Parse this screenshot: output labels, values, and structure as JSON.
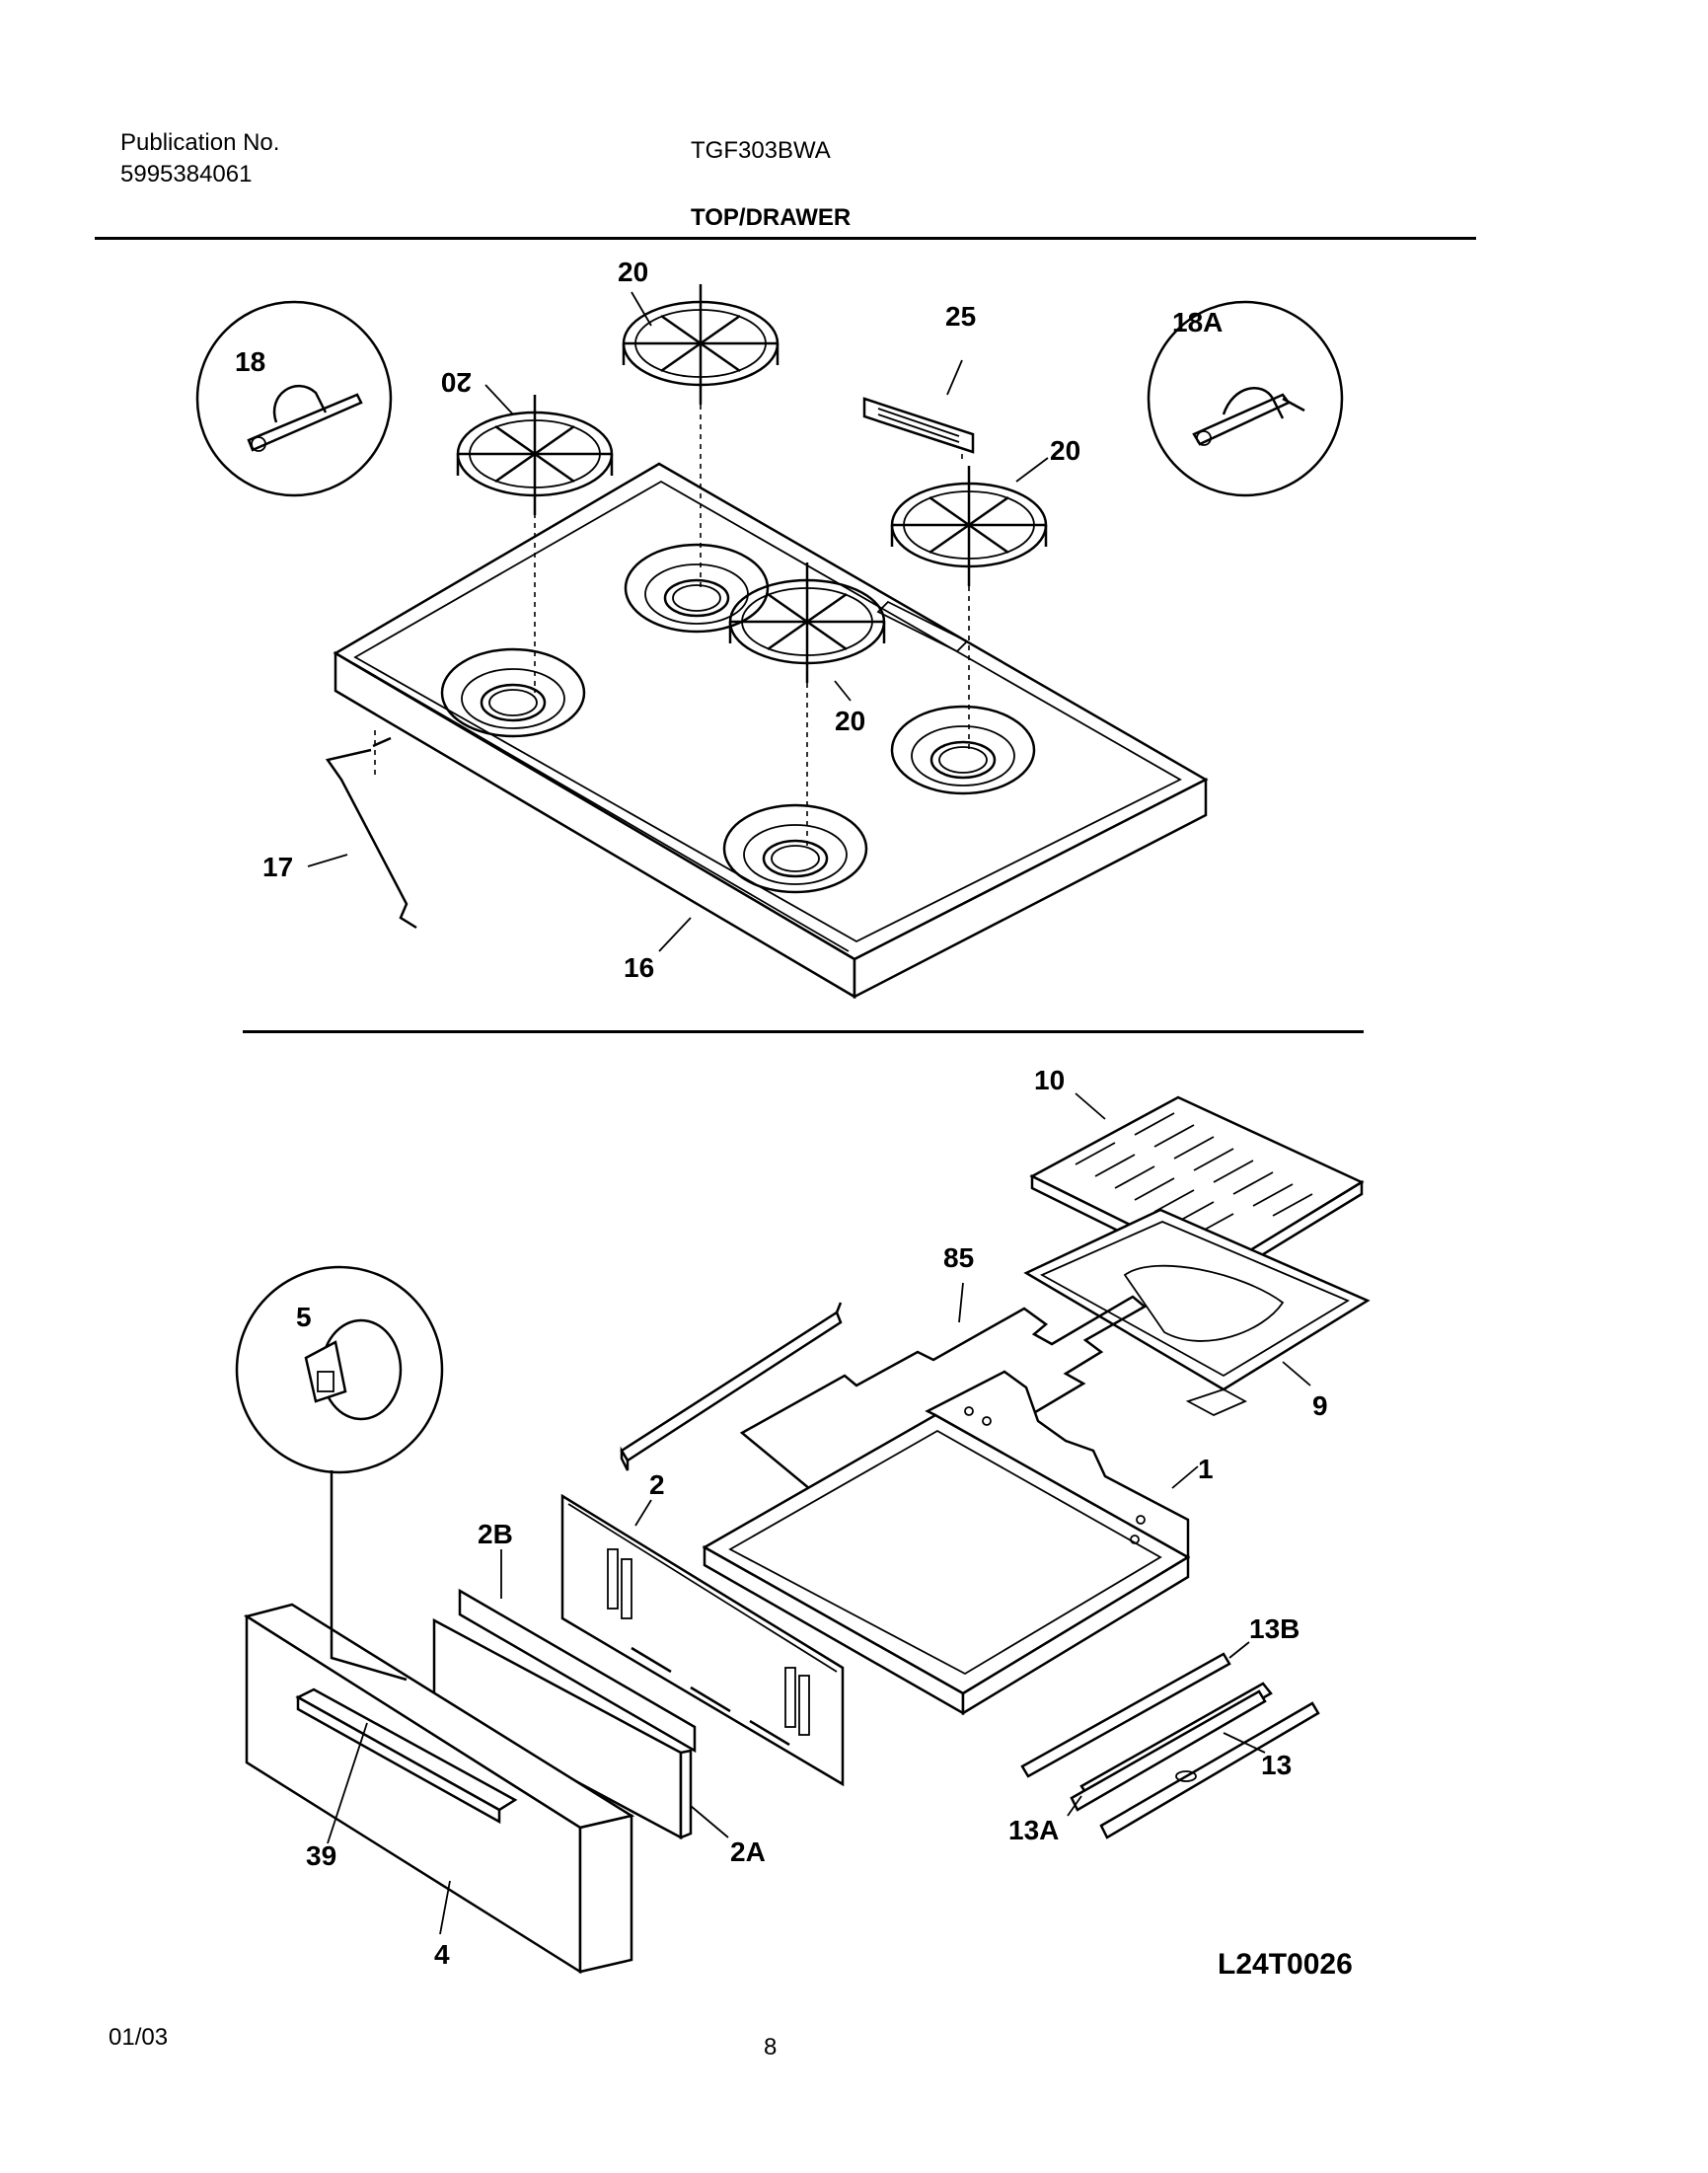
{
  "header": {
    "publication_label": "Publication No.",
    "publication_number": "5995384061",
    "model": "TGF303BWA",
    "section_title": "TOP/DRAWER"
  },
  "top_callouts": {
    "grate_top_center": "20",
    "grate_left": "20",
    "grate_right": "20",
    "grate_center": "20",
    "clip_left": "18",
    "clip_right": "18A",
    "vent_trim": "25",
    "cooktop": "16",
    "support_rod": "17"
  },
  "bottom_callouts": {
    "broiler_rack": "10",
    "broiler_pan": "9",
    "rack_frame": "85",
    "drawer_body": "1",
    "drawer_back": "2",
    "drawer_liner": "2B",
    "drawer_bracket": "2A",
    "drawer_front": "4",
    "handle": "39",
    "bumper": "5",
    "slide_outer": "13B",
    "slide_middle": "13A",
    "slide_inner": "13"
  },
  "footer": {
    "date": "01/03",
    "page": "8",
    "drawing_id": "L24T0026"
  }
}
